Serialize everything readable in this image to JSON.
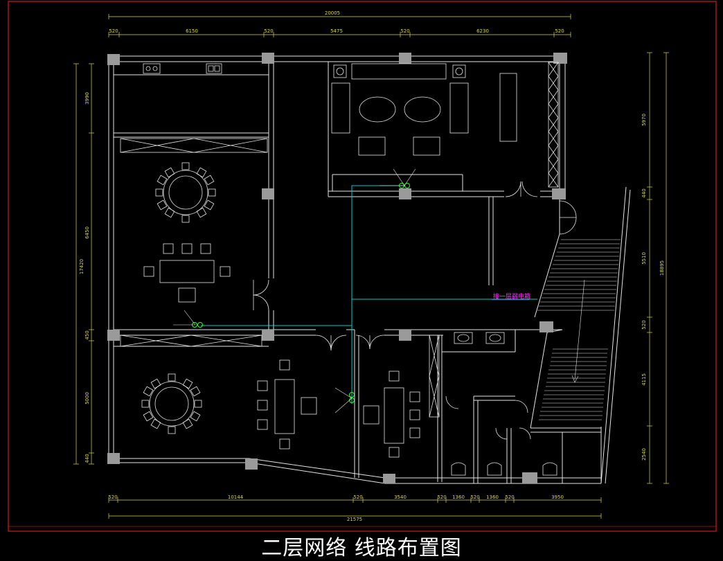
{
  "drawing": {
    "title": "二层网络 线路布置图",
    "network_label": "接一层弱电箱",
    "colors": {
      "background": "#000000",
      "border": "#ff2020",
      "walls": "#e6e6e6",
      "dimensions": "#d8d840",
      "network_line": "#00cccc",
      "outlet": "#20ff20",
      "label": "#ff30ff",
      "columns": "#9a9a9a"
    },
    "dimensions": {
      "top_total": "20005",
      "top_segments": [
        "520",
        "6150",
        "520",
        "5475",
        "520",
        "6230",
        "520"
      ],
      "bottom_segments": [
        "520",
        "10144",
        "520",
        "3540",
        "520",
        "1360",
        "520",
        "1360",
        "520",
        "3950"
      ],
      "bottom_total": "21575",
      "left_total": "17420",
      "left_segments": [
        "3990",
        "6450",
        "450",
        "5000",
        "440"
      ],
      "right_total": "18895",
      "right_segments": [
        "5970",
        "440",
        "5510",
        "520",
        "4115",
        "2540"
      ]
    }
  }
}
